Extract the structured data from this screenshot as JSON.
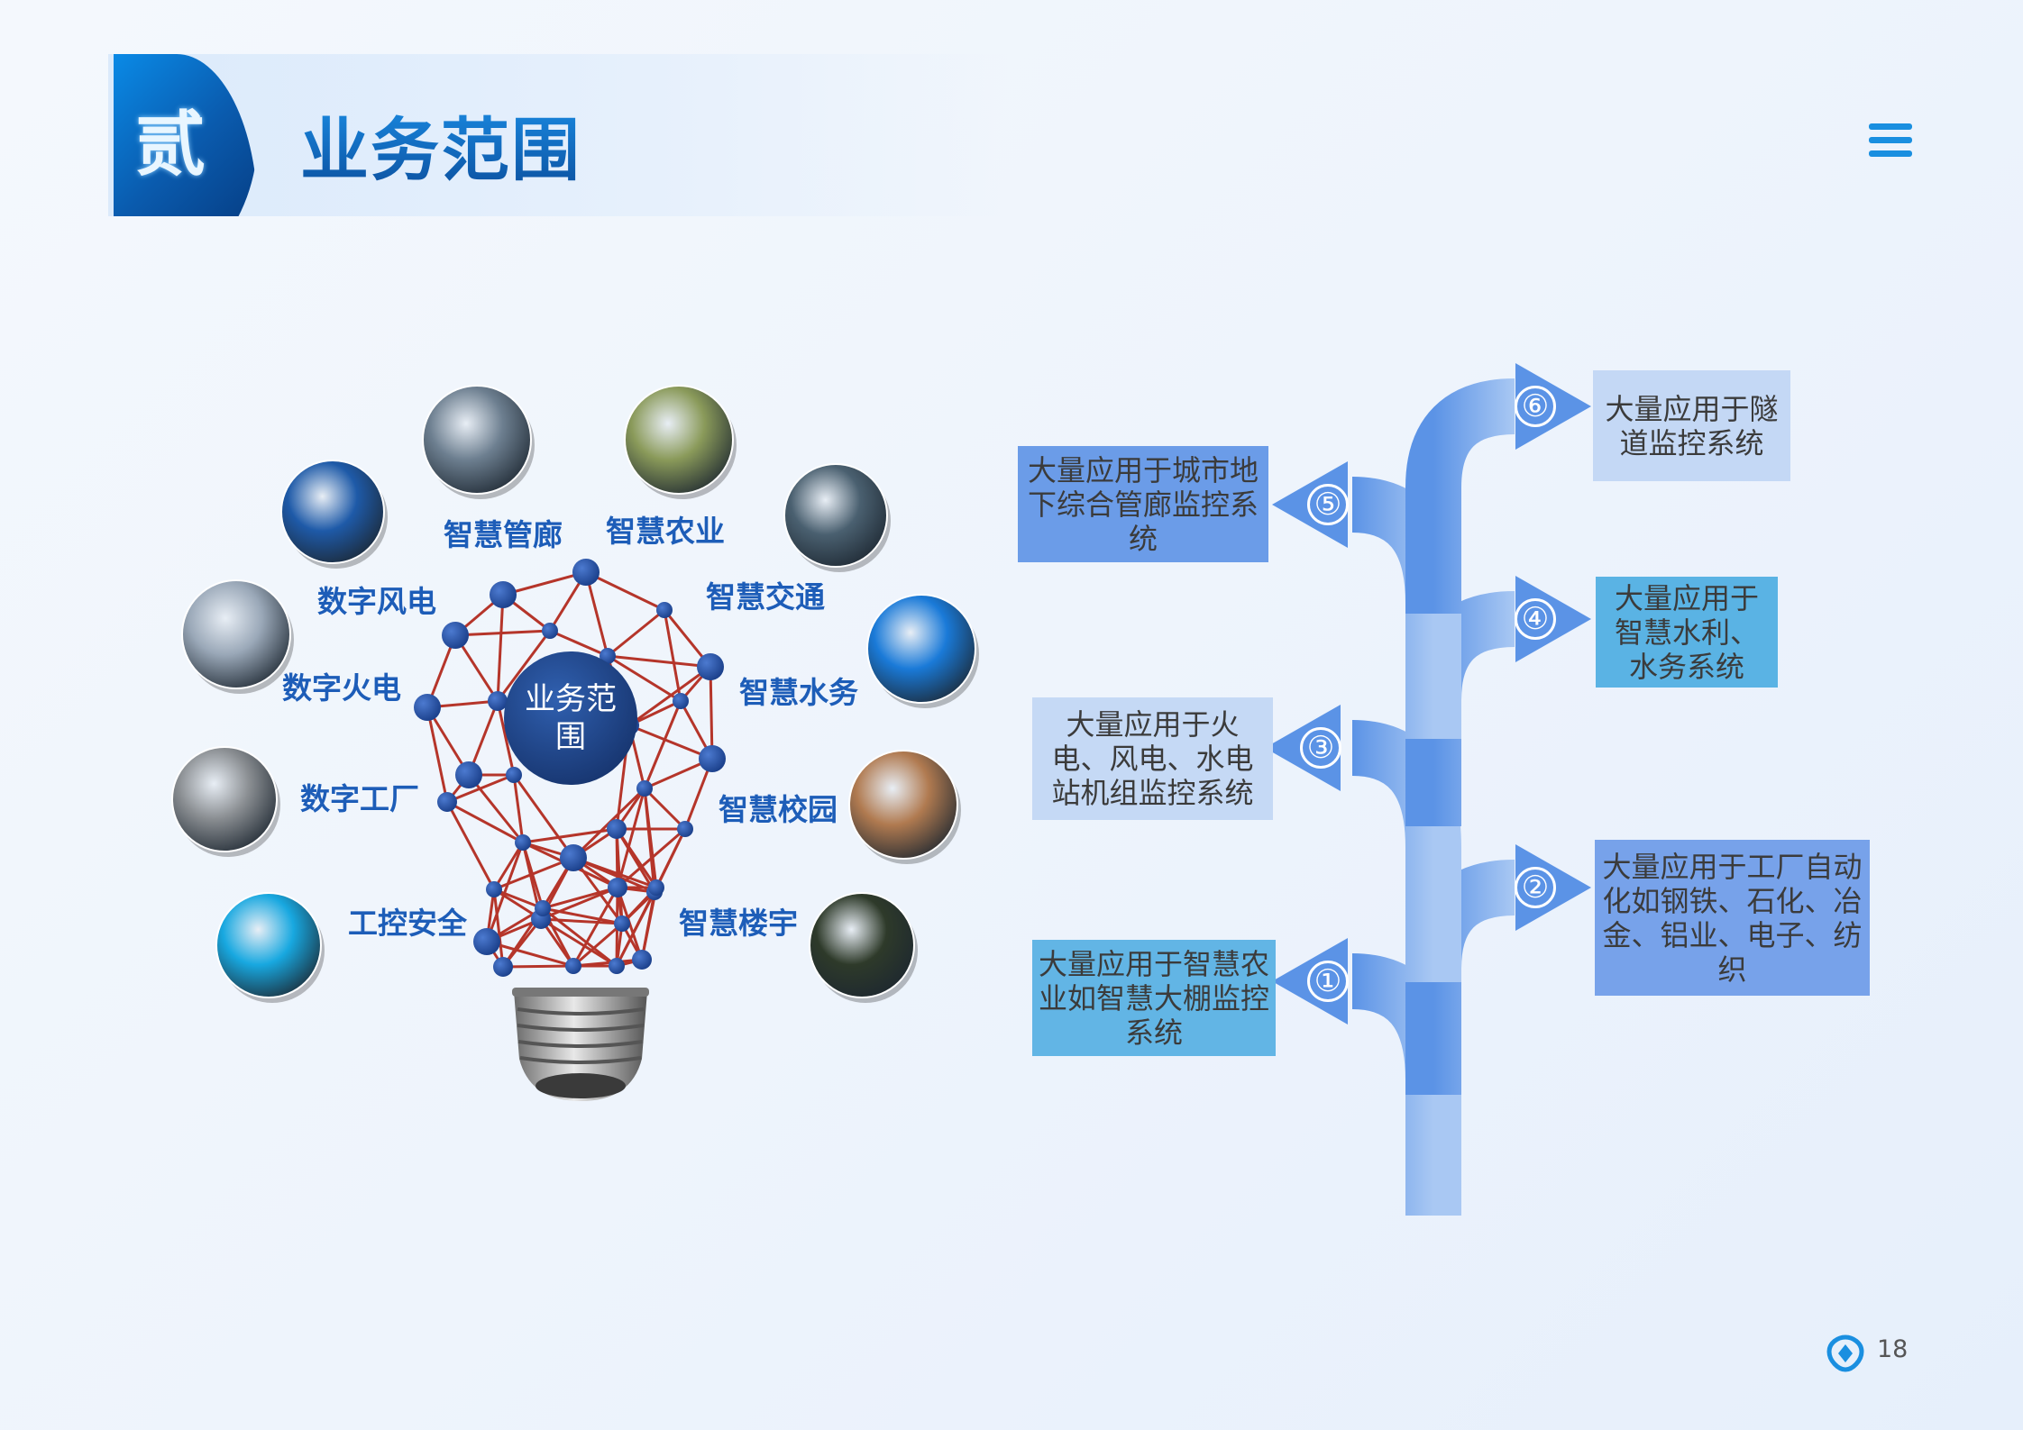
{
  "header": {
    "badge": "贰",
    "title": "业务范围"
  },
  "bulb": {
    "center": "业务范围",
    "topics": [
      {
        "label": "数字风电",
        "color": "#1e5aa8"
      },
      {
        "label": "智慧管廊",
        "color": "#6d7f90"
      },
      {
        "label": "智慧农业",
        "color": "#8a9a5a"
      },
      {
        "label": "智慧交通",
        "color": "#4a6070"
      },
      {
        "label": "数字火电",
        "color": "#9aa8b8"
      },
      {
        "label": "智慧水务",
        "color": "#1a7ad8"
      },
      {
        "label": "数字工厂",
        "color": "#8a8e92"
      },
      {
        "label": "智慧校园",
        "color": "#b07a50"
      },
      {
        "label": "工控安全",
        "color": "#18a8e0"
      },
      {
        "label": "智慧楼宇",
        "color": "#2e3a2a"
      }
    ]
  },
  "branches": [
    {
      "num": "①",
      "text": "大量应用于智慧农业如智慧大棚监控系统",
      "color": "#62b5e5"
    },
    {
      "num": "②",
      "text": "大量应用于工厂自动化如钢铁、石化、冶金、铝业、电子、纺织",
      "color": "#77a2ea"
    },
    {
      "num": "③",
      "text": "大量应用于火电、风电、水电站机组监控系统",
      "color": "#c5d9f5"
    },
    {
      "num": "④",
      "text": "大量应用于智慧水利、水务系统",
      "color": "#5ab3e4"
    },
    {
      "num": "⑤",
      "text": "大量应用于城市地下综合管廊监控系统",
      "color": "#6b9ce8"
    },
    {
      "num": "⑥",
      "text": "大量应用于隧道监控系统",
      "color": "#c4d8f5"
    }
  ],
  "footer": {
    "page": "18"
  }
}
